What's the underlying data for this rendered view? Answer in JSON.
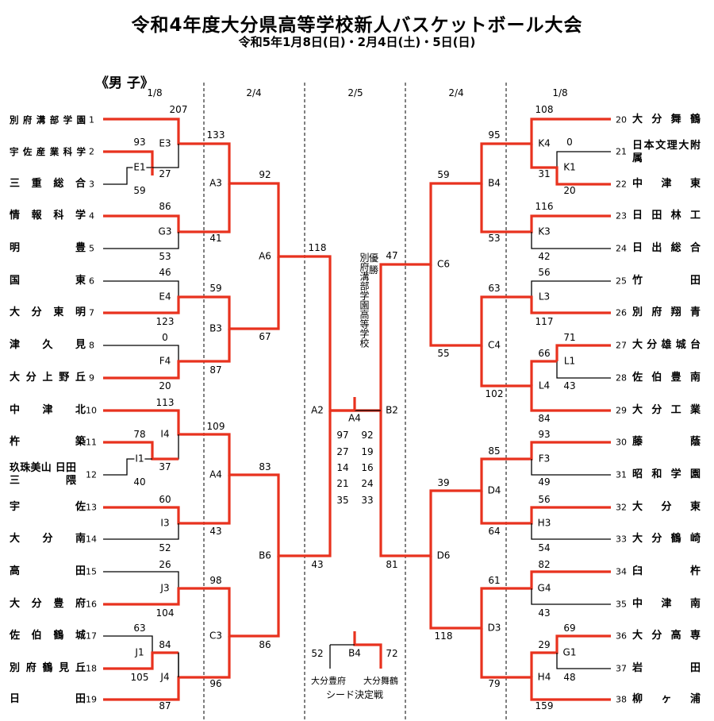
{
  "title": "令和4年度大分県高等学校新人バスケットボール大会",
  "subtitle": "令和5年1月8日(日)・2月4日(土)・5日(日)",
  "division": "《男 子》",
  "rounds": {
    "r1_left": "1/8",
    "r2_left": "2/4",
    "final": "2/5",
    "r2_right": "2/4",
    "r1_right": "1/8"
  },
  "colors": {
    "winner_line": "#e8321e",
    "line": "#000000",
    "divider": "#000000"
  },
  "teams_left": [
    {
      "seed": "1",
      "name": "別府溝部学園"
    },
    {
      "seed": "2",
      "name": "宇佐産業科学"
    },
    {
      "seed": "3",
      "name": "三重総合"
    },
    {
      "seed": "4",
      "name": "情報科学"
    },
    {
      "seed": "5",
      "name": "明 豊"
    },
    {
      "seed": "6",
      "name": "国 東"
    },
    {
      "seed": "7",
      "name": "大分東明"
    },
    {
      "seed": "8",
      "name": "津 久 見"
    },
    {
      "seed": "9",
      "name": "大分上野丘"
    },
    {
      "seed": "10",
      "name": "中 津 北"
    },
    {
      "seed": "11",
      "name": "杵 築"
    },
    {
      "seed": "12",
      "name": "玖珠美山 日田三隈"
    },
    {
      "seed": "13",
      "name": "宇 佐"
    },
    {
      "seed": "14",
      "name": "大 分 南"
    },
    {
      "seed": "15",
      "name": "高 田"
    },
    {
      "seed": "16",
      "name": "大分豊府"
    },
    {
      "seed": "17",
      "name": "佐伯鶴城"
    },
    {
      "seed": "18",
      "name": "別府鶴見丘"
    },
    {
      "seed": "19",
      "name": "日 田"
    }
  ],
  "teams_right": [
    {
      "seed": "20",
      "name": "大分舞鶴"
    },
    {
      "seed": "21",
      "name": "日本文理大附 属"
    },
    {
      "seed": "22",
      "name": "中 津 東"
    },
    {
      "seed": "23",
      "name": "日田林工"
    },
    {
      "seed": "24",
      "name": "日出総合"
    },
    {
      "seed": "25",
      "name": "竹 田"
    },
    {
      "seed": "26",
      "name": "別府翔青"
    },
    {
      "seed": "27",
      "name": "大分雄城台"
    },
    {
      "seed": "28",
      "name": "佐伯豊南"
    },
    {
      "seed": "29",
      "name": "大分工業"
    },
    {
      "seed": "30",
      "name": "藤 蔭"
    },
    {
      "seed": "31",
      "name": "昭和学園"
    },
    {
      "seed": "32",
      "name": "大 分 東"
    },
    {
      "seed": "33",
      "name": "大分鶴崎"
    },
    {
      "seed": "34",
      "name": "臼 杵"
    },
    {
      "seed": "35",
      "name": "中 津 南"
    },
    {
      "seed": "36",
      "name": "大分高専"
    },
    {
      "seed": "37",
      "name": "岩 田"
    },
    {
      "seed": "38",
      "name": "柳 ヶ 浦"
    }
  ],
  "games": [
    "E3",
    "E1",
    "A3",
    "G3",
    "A6",
    "E4",
    "B3",
    "F4",
    "A2",
    "I4",
    "I1",
    "A4",
    "I3",
    "B6",
    "J3",
    "C3",
    "J1",
    "J4",
    "K4",
    "K1",
    "B4",
    "K3",
    "C6",
    "L3",
    "C4",
    "L1",
    "L4",
    "B2",
    "F3",
    "D4",
    "H3",
    "D6",
    "G4",
    "D3",
    "G1",
    "H4",
    "A4",
    "B4"
  ],
  "scores_left": [
    "207",
    "93",
    "27",
    "59",
    "86",
    "41",
    "53",
    "133",
    "92",
    "46",
    "59",
    "123",
    "0",
    "87",
    "20",
    "67",
    "118",
    "113",
    "109",
    "78",
    "37",
    "40",
    "83",
    "60",
    "43",
    "52",
    "26",
    "98",
    "104",
    "63",
    "84",
    "105",
    "87",
    "86",
    "96",
    "43"
  ],
  "scores_right": [
    "108",
    "95",
    "0",
    "31",
    "20",
    "59",
    "116",
    "53",
    "42",
    "47",
    "56",
    "63",
    "117",
    "71",
    "66",
    "43",
    "55",
    "102",
    "84",
    "93",
    "85",
    "49",
    "39",
    "56",
    "64",
    "54",
    "81",
    "82",
    "61",
    "43",
    "69",
    "29",
    "48",
    "118",
    "79",
    "159"
  ],
  "final": {
    "champion_label": "優勝",
    "champion": "別府溝部学園高等学校",
    "left_scores": [
      "97",
      "27",
      "14",
      "21",
      "35"
    ],
    "right_scores": [
      "92",
      "19",
      "16",
      "24",
      "33"
    ]
  },
  "seed_match": {
    "game": "B4",
    "left_score": "52",
    "right_score": "72",
    "left_team": "大分豊府",
    "right_team": "大分舞鶴",
    "label": "シード決定戦"
  }
}
